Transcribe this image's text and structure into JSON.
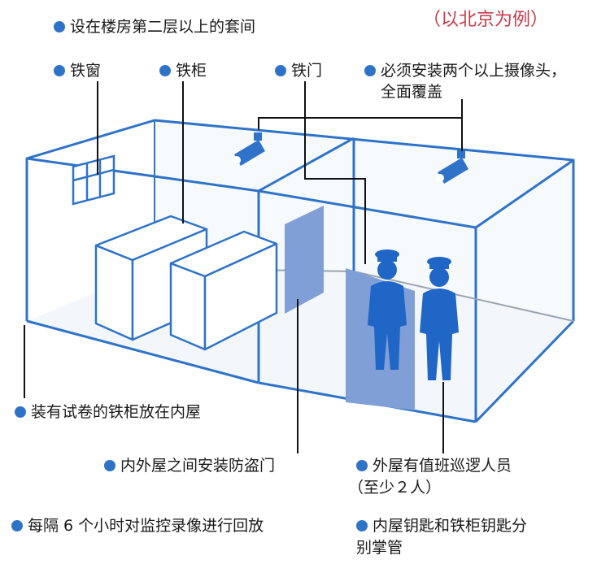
{
  "note": "（以北京为例）",
  "labels": {
    "suite_floor": "设在楼房第二层以上的套间",
    "iron_window": "铁窗",
    "iron_cabinet": "铁柜",
    "iron_door": "铁门",
    "cameras_line1": "必须安装两个以上摄像头，",
    "cameras_line2": "全面覆盖",
    "cabinets_inner": "装有试卷的铁柜放在内屋",
    "anti_theft_door": "内外屋之间安装防盗门",
    "guards_line1": "外屋有值班巡逻人员",
    "guards_line2": "（至少２人）",
    "playback": "每隔 6 个小时对监控录像进行回放",
    "keys_line1": "内屋钥匙和铁柜钥匙分",
    "keys_line2": "别掌管"
  },
  "colors": {
    "room_line": "#2f73c8",
    "room_fill": "#eef4fb",
    "door_fill": "#7f9fd6",
    "guard": "#1f66c6",
    "bullet": "#2f73c8",
    "note": "#c63a4a"
  }
}
